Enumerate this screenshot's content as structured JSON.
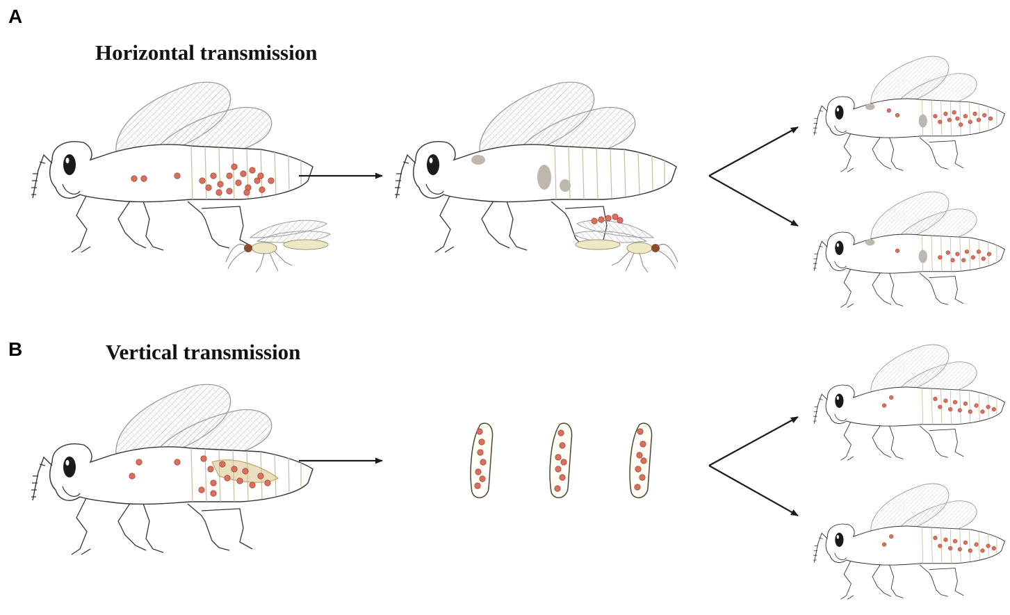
{
  "panels": {
    "a": {
      "letter": "A",
      "title": "Horizontal transmission"
    },
    "b": {
      "letter": "B",
      "title": "Vertical transmission"
    }
  },
  "colors": {
    "outline": "#333333",
    "wing": "#9a9a9a",
    "segment": "#c9bb9a",
    "bacteria_fill": "#d9705c",
    "bacteria_stroke": "#a8483a",
    "gray_patch": "#bdb7ae",
    "wasp_body": "#efe8c4",
    "ovary": "#d9c28a",
    "egg_outline": "#4a4630",
    "arrow": "#1a1a1a"
  }
}
